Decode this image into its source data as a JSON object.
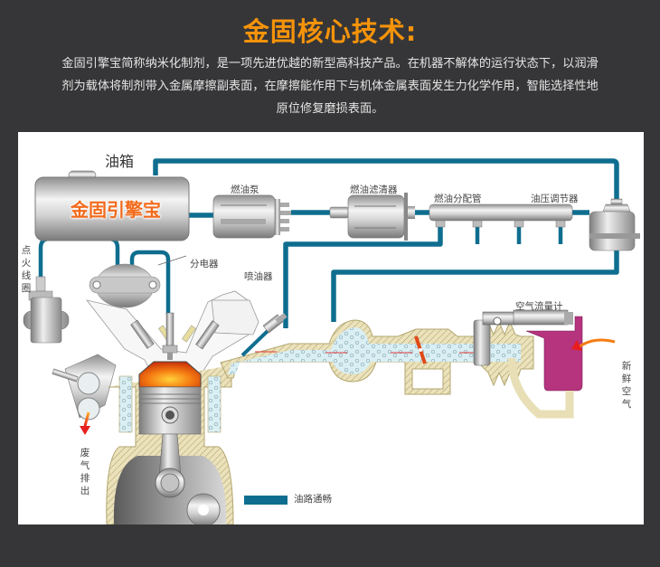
{
  "header": {
    "title": "金固核心技术:",
    "intro_lines": [
      "金固引擎宝简称纳米化制剂，是一项先进优越的新型高科技产品。在机器不解体的运行状态下，以润滑",
      "剂为载体将制剂带入金属摩擦副表面，在摩擦能作用下与机体金属表面发生力化学作用，智能选择性地",
      "原位修复磨损表面。"
    ]
  },
  "diagram": {
    "tank_label": "油箱",
    "tank_brand": "金固引擎宝",
    "fuel_pump": "燃油泵",
    "fuel_filter": "燃油滤清器",
    "fuel_rail": "燃油分配管",
    "pressure_regulator": "油压调节器",
    "ignition_coil": [
      "点",
      "火",
      "线",
      "圈"
    ],
    "distributor": "分电器",
    "injector": "喷油器",
    "air_flow_meter": "空气流量计",
    "fresh_air": [
      "新",
      "鲜",
      "空",
      "气"
    ],
    "exhaust": [
      "废",
      "气",
      "排",
      "出"
    ],
    "legend_label": "油路通畅",
    "colors": {
      "fuel_line": "#0f6e8f",
      "brand_orange": "#f26a1b",
      "title_orange": "#f5930a",
      "air_meter_magenta": "#b6337e",
      "intake_fill": "#d8eef3",
      "casing": "#e8dfb6"
    }
  }
}
